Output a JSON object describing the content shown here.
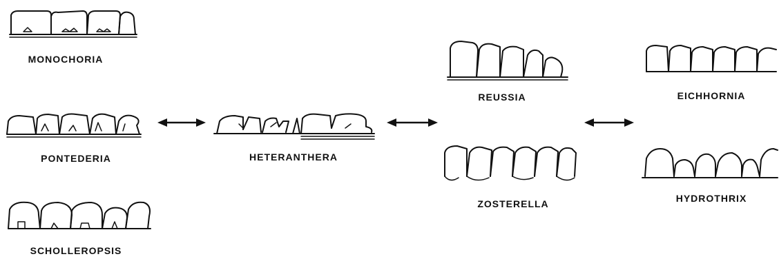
{
  "diagram": {
    "taxa": {
      "monochoria": "MONOCHORIA",
      "pontederia": "PONTEDERIA",
      "scholleropsis": "SCHOLLEROPSIS",
      "heteranthera": "HETERANTHERA",
      "reussia": "REUSSIA",
      "zosterella": "ZOSTERELLA",
      "eichhornia": "EICHHORNIA",
      "hydrothrix": "HYDROTHRIX"
    },
    "stroke_color": "#111111",
    "background_color": "#ffffff"
  }
}
